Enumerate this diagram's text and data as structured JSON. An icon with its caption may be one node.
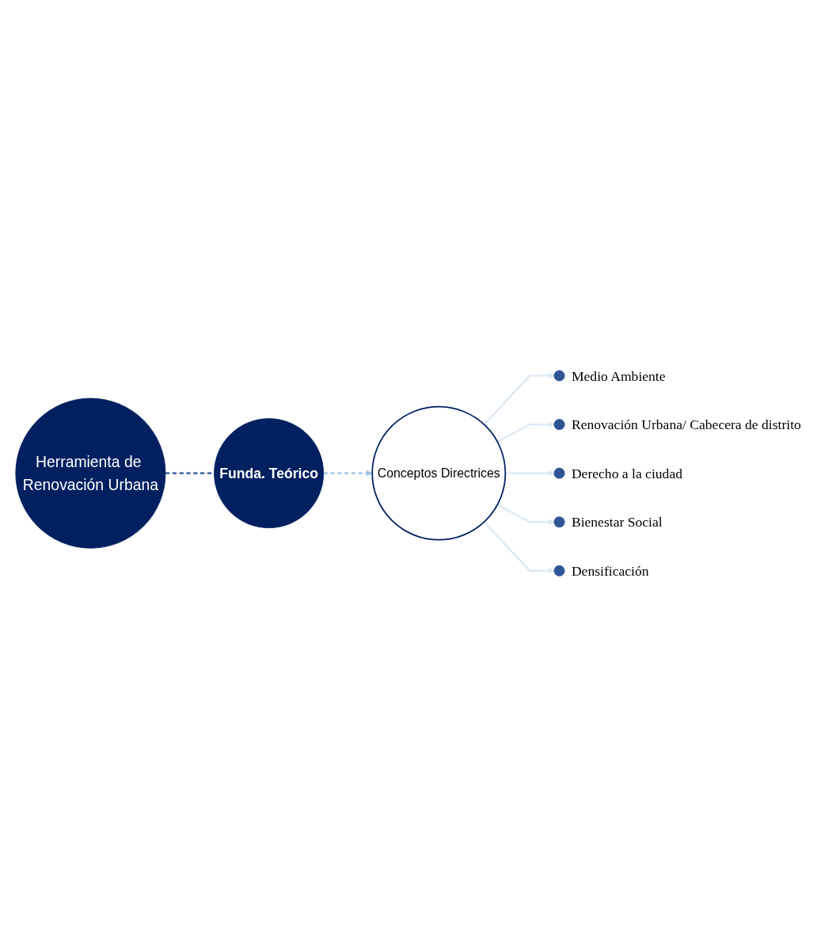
{
  "diagram": {
    "nodes": [
      {
        "text": [
          "Herramienta de Renovación Urbana"
        ]
      },
      {
        "text": [
          "Funda. Teórico"
        ]
      },
      {
        "text": [
          "Conceptos Directrices"
        ]
      },
      {
        "text": [],
        "shape": "circle",
        "beside": [
          "Medio Ambiente"
        ]
      },
      {
        "text": [],
        "shape": "circle",
        "beside": [
          "Renovación Urbana/ Cabecera de distrito"
        ]
      },
      {
        "text": [],
        "shape": "circle",
        "beside": [
          "Derecho a la ciudad"
        ]
      },
      {
        "text": [],
        "shape": "circle",
        "beside": [
          "Bienestar Social"
        ]
      },
      {
        "text": [],
        "shape": "circle",
        "beside": [
          "Densificación"
        ]
      }
    ],
    "edges": [
      {
        "from": 0,
        "to": 1,
        "arrow": "none",
        "style": "dashed",
        "color": "#2f5597"
      },
      {
        "from": 1,
        "to": 2,
        "arrow": "to",
        "style": "dashed",
        "color": "#9dc3e6"
      },
      {
        "from": 2,
        "to": 3,
        "arrow": "to"
      },
      {
        "from": 2,
        "to": 4,
        "arrow": "to"
      },
      {
        "from": 2,
        "to": 5,
        "arrow": "to"
      },
      {
        "from": 2,
        "to": 6,
        "arrow": "to"
      },
      {
        "from": 2,
        "to": 7,
        "arrow": "to"
      }
    ]
  }
}
